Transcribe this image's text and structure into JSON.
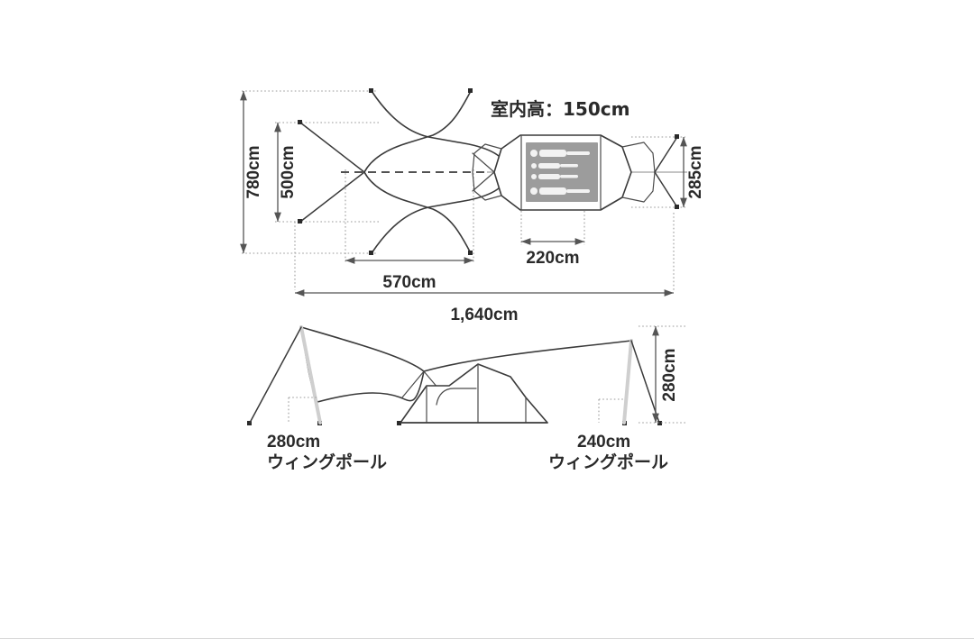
{
  "figure": {
    "title_note": "室内高：150cm",
    "background_color": "#ffffff",
    "line_color": "#3a3a3a",
    "pole_color": "#cfcfcf",
    "inner_tent_color": "#9c9c9c"
  },
  "top_view": {
    "name": "top-view",
    "dimensions": {
      "overall_width": "780cm",
      "tarp_width": "500cm",
      "overall_length": "1,640cm",
      "tarp_length": "570cm",
      "tent_length": "220cm",
      "tent_rear_width": "285cm"
    }
  },
  "side_view": {
    "name": "side-view",
    "dimensions": {
      "height": "280cm"
    },
    "left_pole": {
      "length": "280cm",
      "type": "ウィングポール"
    },
    "right_pole": {
      "length": "240cm",
      "type": "ウィングポール"
    }
  },
  "labels": {
    "dim_780": "780cm",
    "dim_500": "500cm",
    "dim_570": "570cm",
    "dim_1640": "1,640cm",
    "dim_220": "220cm",
    "dim_285": "285cm",
    "dim_280_height": "280cm",
    "inner_height": "室内高：150cm",
    "left_pole_len": "280cm",
    "left_pole_kind": "ウィングポール",
    "right_pole_len": "240cm",
    "right_pole_kind": "ウィングポール"
  }
}
